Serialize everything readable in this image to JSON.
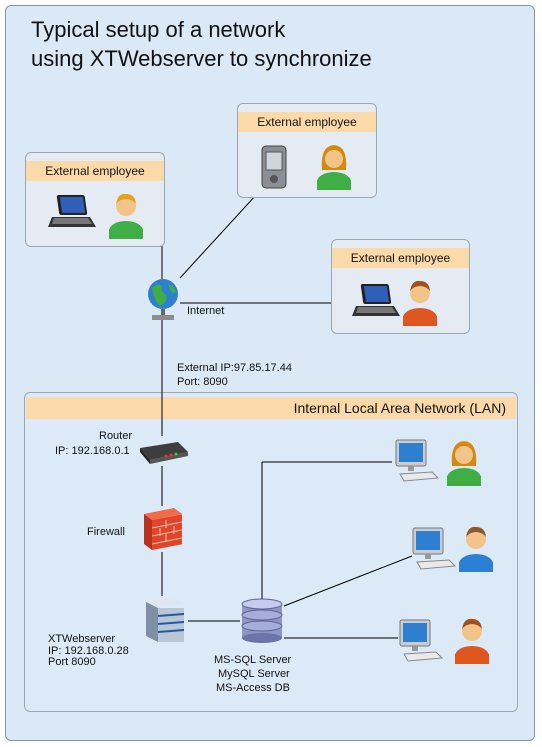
{
  "title_line1": "Typical setup of a network",
  "title_line2": "using XTWebserver to synchronize",
  "external": [
    {
      "header": "External employee"
    },
    {
      "header": "External employee"
    },
    {
      "header": "External employee"
    }
  ],
  "internet_label": "Internet",
  "external_ip_label": "External IP:97.85.17.44",
  "port_label": "Port: 8090",
  "lan_title": "Internal Local Area Network (LAN)",
  "router": {
    "name": "Router",
    "ip": "IP: 192.168.0.1"
  },
  "firewall_label": "Firewall",
  "xtwebserver": {
    "name": "XTWebserver",
    "ip": "IP: 192.168.0.28",
    "port": "Port 8090"
  },
  "database": {
    "line1": "MS-SQL Server",
    "line2": "MySQL Server",
    "line3": "MS-Access DB"
  },
  "colors": {
    "background": "#dbe8f6",
    "header": "#fbd9a8",
    "lines": "#000000"
  }
}
